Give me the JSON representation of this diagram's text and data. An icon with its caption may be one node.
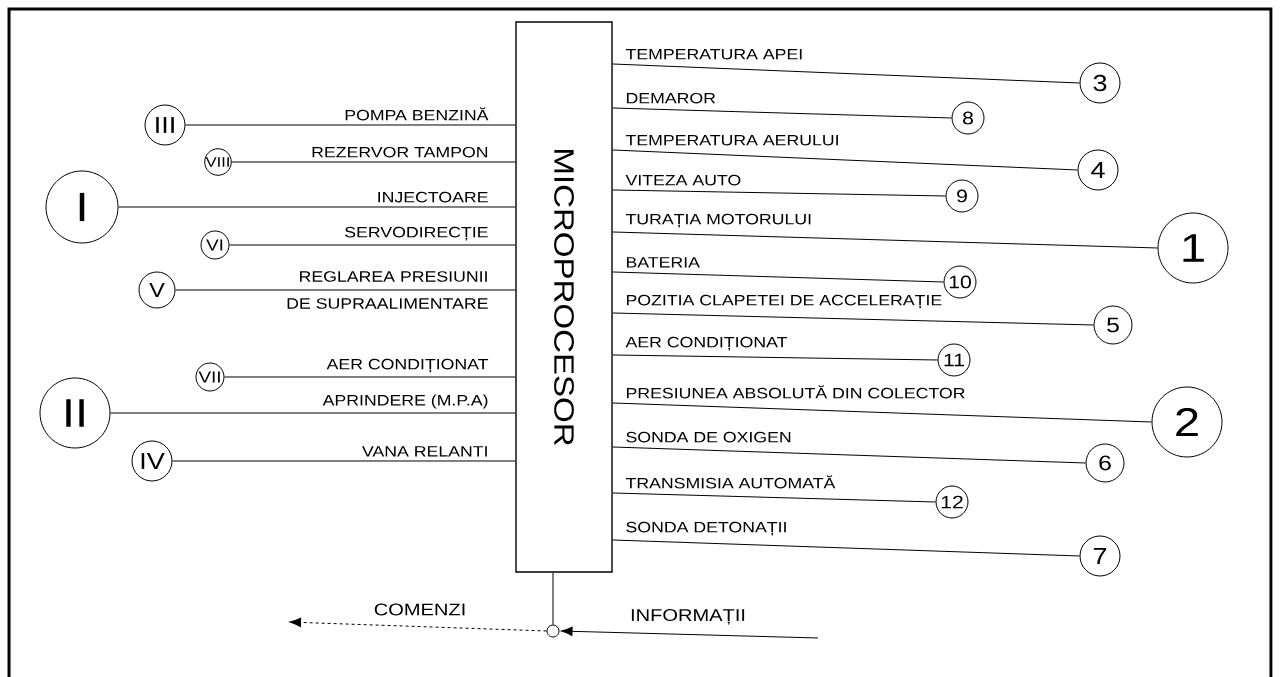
{
  "diagram": {
    "nodes": [
      {
        "text": [
          "MICROPROCESOR"
        ]
      },
      {
        "text": [
          "III"
        ]
      },
      {
        "text": [
          "VIII"
        ]
      },
      {
        "text": [
          "I"
        ]
      },
      {
        "text": [
          "VI"
        ]
      },
      {
        "text": [
          "V"
        ]
      },
      {
        "text": [
          "VII"
        ]
      },
      {
        "text": [
          "II"
        ]
      },
      {
        "text": [
          "IV"
        ]
      },
      {
        "text": [
          "3"
        ]
      },
      {
        "text": [
          "8"
        ]
      },
      {
        "text": [
          "4"
        ]
      },
      {
        "text": [
          "9"
        ]
      },
      {
        "text": [
          "1"
        ]
      },
      {
        "text": [
          "10"
        ]
      },
      {
        "text": [
          "5"
        ]
      },
      {
        "text": [
          "11"
        ]
      },
      {
        "text": [
          "2"
        ]
      },
      {
        "text": [
          "6"
        ]
      },
      {
        "text": [
          "12"
        ]
      },
      {
        "text": [
          "7"
        ]
      },
      {
        "text": [],
        "shape": "circle"
      }
    ],
    "edges": [
      {
        "from": 0,
        "to": 1,
        "arrow": "none",
        "label": "POMPA BENZINĂ"
      },
      {
        "from": 0,
        "to": 2,
        "arrow": "none",
        "label": "REZERVOR TAMPON"
      },
      {
        "from": 0,
        "to": 3,
        "arrow": "none",
        "label": "INJECTOARE"
      },
      {
        "from": 0,
        "to": 4,
        "arrow": "none",
        "label": "SERVODIRECȚIE"
      },
      {
        "from": 0,
        "to": 5,
        "arrow": "none",
        "label": "REGLAREA PRESIUNII DE SUPRAALIMENTARE"
      },
      {
        "from": 0,
        "to": 6,
        "arrow": "none",
        "label": "AER CONDIȚIONAT"
      },
      {
        "from": 0,
        "to": 7,
        "arrow": "none",
        "label": "APRINDERE (M.P.A)"
      },
      {
        "from": 0,
        "to": 8,
        "arrow": "none",
        "label": "VANA RELANTI"
      },
      {
        "from": 0,
        "to": 9,
        "arrow": "none",
        "label": "TEMPERATURA APEI"
      },
      {
        "from": 0,
        "to": 10,
        "arrow": "none",
        "label": "DEMAROR"
      },
      {
        "from": 0,
        "to": 11,
        "arrow": "none",
        "label": "TEMPERATURA AERULUI"
      },
      {
        "from": 0,
        "to": 12,
        "arrow": "none",
        "label": "VITEZA AUTO"
      },
      {
        "from": 0,
        "to": 13,
        "arrow": "none",
        "label": "TURAȚIA MOTORULUI"
      },
      {
        "from": 0,
        "to": 14,
        "arrow": "none",
        "label": "BATERIA"
      },
      {
        "from": 0,
        "to": 15,
        "arrow": "none",
        "label": "POZITIA CLAPETEI DE ACCELERAȚIE"
      },
      {
        "from": 0,
        "to": 16,
        "arrow": "none",
        "label": "AER CONDIȚIONAT"
      },
      {
        "from": 0,
        "to": 17,
        "arrow": "none",
        "label": "PRESIUNEA ABSOLUTĂ DIN COLECTOR"
      },
      {
        "from": 0,
        "to": 18,
        "arrow": "none",
        "label": "SONDA DE OXIGEN"
      },
      {
        "from": 0,
        "to": 19,
        "arrow": "none",
        "label": "TRANSMISIA AUTOMATĂ"
      },
      {
        "from": 0,
        "to": 20,
        "arrow": "none",
        "label": "SONDA DETONAȚII"
      },
      {
        "from": 0,
        "to": 21,
        "arrow": "none"
      },
      {
        "from": 21,
        "to": null,
        "arrow": "to",
        "label": "COMENZI",
        "style": "dashed"
      },
      {
        "from": null,
        "to": 21,
        "arrow": "to",
        "label": "INFORMAȚII"
      }
    ]
  }
}
